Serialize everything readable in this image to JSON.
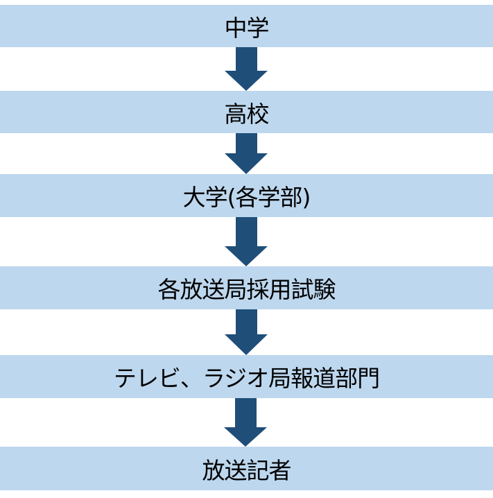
{
  "steps": [
    {
      "label": "中学"
    },
    {
      "label": "高校"
    },
    {
      "label": "大学(各学部)"
    },
    {
      "label": "各放送局採用試験"
    },
    {
      "label": "テレビ、ラジオ局報道部門"
    },
    {
      "label": "放送記者"
    }
  ],
  "colors": {
    "box": "#bdd7ee",
    "arrow": "#1f4e79"
  }
}
